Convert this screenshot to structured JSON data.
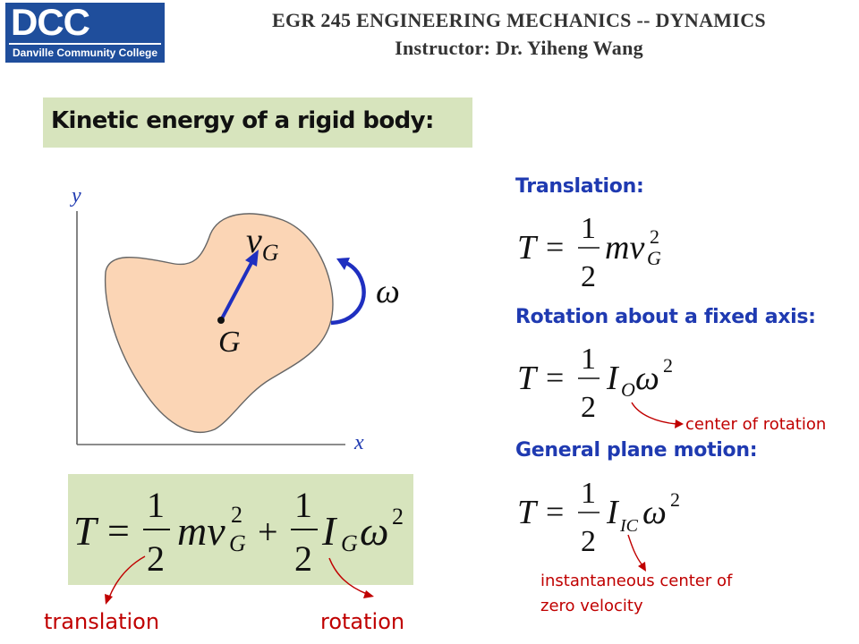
{
  "header": {
    "logo_text": "DCC",
    "logo_subtitle": "Danville Community College",
    "course_title": "EGR 245 ENGINEERING MECHANICS -- DYNAMICS",
    "instructor": "Instructor: Dr. Yiheng Wang"
  },
  "slide": {
    "title": "Kinetic energy of a rigid body:"
  },
  "diagram": {
    "axis_y": "y",
    "axis_x": "x",
    "velocity_main": "v",
    "velocity_sub": "G",
    "point_label": "G",
    "omega": "ω"
  },
  "general_formula": {
    "lhs": "T",
    "eq": "=",
    "num": "1",
    "den": "2",
    "term1": "mv",
    "term1_sup": "2",
    "term1_sub": "G",
    "plus": "+",
    "term2": "I",
    "term2_sub": "G",
    "term2_omega": "ω",
    "term2_sup": "2",
    "label_translation": "translation",
    "label_rotation": "rotation"
  },
  "cases": {
    "translation": {
      "heading": "Translation:",
      "lhs": "T",
      "eq": "=",
      "num": "1",
      "den": "2",
      "term": "mv",
      "sup": "2",
      "sub": "G"
    },
    "fixed_axis": {
      "heading": "Rotation about a fixed axis:",
      "lhs": "T",
      "eq": "=",
      "num": "1",
      "den": "2",
      "term": "I",
      "sub": "O",
      "omega": "ω",
      "sup": "2",
      "note": "center of rotation"
    },
    "general": {
      "heading": "General plane motion:",
      "lhs": "T",
      "eq": "=",
      "num": "1",
      "den": "2",
      "term": "I",
      "sub": "IC",
      "omega": "ω",
      "sup": "2",
      "note_line1": "instantaneous center of",
      "note_line2": "zero velocity"
    }
  },
  "colors": {
    "logo_bg": "#1f4e9c",
    "box_green": "#d7e4bd",
    "heading_blue": "#1f3ab1",
    "body_fill": "#fbd5b5",
    "arrow_blue": "#1f2fc0",
    "note_red": "#c00000"
  }
}
